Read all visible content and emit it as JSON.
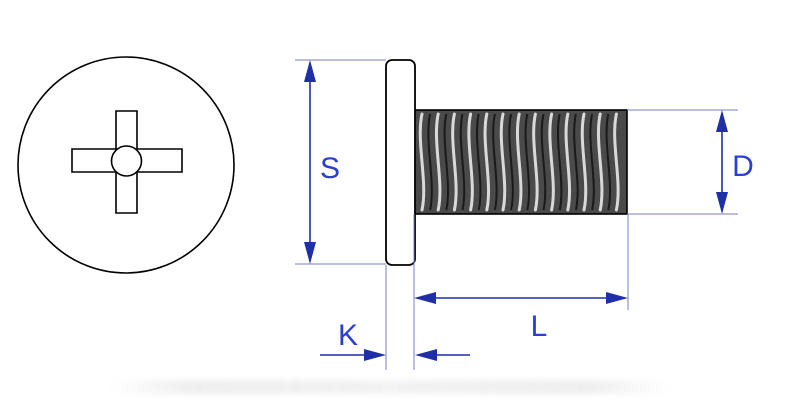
{
  "diagram": {
    "subject": "pan-head-phillips-screw",
    "labels": {
      "head_diameter": "S",
      "head_thickness": "K",
      "thread_length": "L",
      "thread_diameter": "D"
    },
    "colors": {
      "outline": "#000000",
      "thread_fill": "#555555",
      "dimension_line": "#1f2fa8",
      "dimension_text": "#2a3fd0",
      "extension_line": "#7a7fbf"
    },
    "icons": {
      "top_view": "phillips-cross-head-icon"
    }
  }
}
